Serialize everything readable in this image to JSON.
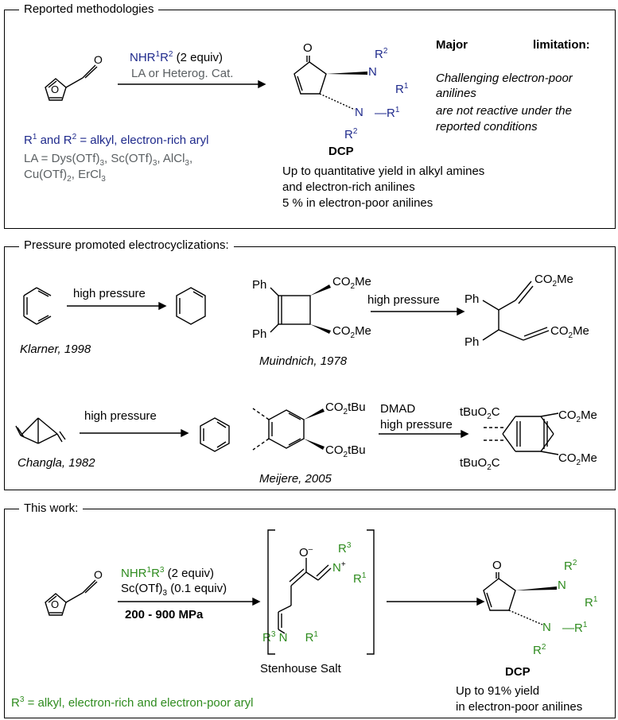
{
  "panel1": {
    "title": "Reported methodologies",
    "reagent1_pre": "NHR",
    "reagent1_sup1": "1",
    "reagent1_mid": "R",
    "reagent1_sup2": "2",
    "reagent1_post": " (2 equiv)",
    "reagent2": "LA or Heterog. Cat.",
    "r_def": {
      "a": "R",
      "s1": "1",
      "b": " and R",
      "s2": "2",
      "c": " = alkyl, electron-rich aryl"
    },
    "la_line1": {
      "a": "LA = Dys(OTf)",
      "s1": "3",
      "b": ", Sc(OTf)",
      "s2": "3",
      "c": ", AlCl",
      "s3": "3",
      "d": ","
    },
    "la_line2": {
      "a": "Cu(OTf)",
      "s1": "2",
      "b": ", ErCl",
      "s2": "3"
    },
    "product_label": "DCP",
    "yields": [
      "Up to quantitative yield in alkyl amines",
      "and electron-rich anilines",
      "5 % in electron-poor anilines"
    ],
    "limitation_word1": "Major",
    "limitation_word2": "limitation:",
    "limitation_text": [
      "Challenging electron-poor",
      "anilines",
      "are not reactive under the",
      "reported conditions"
    ]
  },
  "panel2": {
    "title": "Pressure promoted electrocyclizations:",
    "ex1": {
      "arrow_label": "high pressure",
      "citation": "Klarner, 1998"
    },
    "ex2": {
      "arrow_label": "high pressure",
      "citation": "Muindnich, 1978"
    },
    "ex3": {
      "arrow_label": "high pressure",
      "citation": "Changla, 1982"
    },
    "ex4": {
      "arrow_label1": "DMAD",
      "arrow_label2": "high pressure",
      "citation": "Meijere, 2005"
    }
  },
  "panel3": {
    "title": "This work:",
    "reagent1": {
      "a": "NHR",
      "s1": "1",
      "b": "R",
      "s2": "3",
      "c": " (2 equiv)"
    },
    "reagent2": {
      "a": "Sc(OTf)",
      "s1": "3",
      "b": " (0.1 equiv)"
    },
    "conditions": "200 - 900 MPa",
    "intermediate_label": "Stenhouse Salt",
    "product_label": "DCP",
    "r_def": {
      "a": "R",
      "s1": "3",
      "b": " = alkyl, electron-rich and electron-poor aryl"
    },
    "yields": [
      "Up to 91% yield",
      "in electron-poor anilines"
    ]
  },
  "colors": {
    "blue": "#1f2a8c",
    "green": "#2e8b1e",
    "grey": "#5a5f62"
  }
}
